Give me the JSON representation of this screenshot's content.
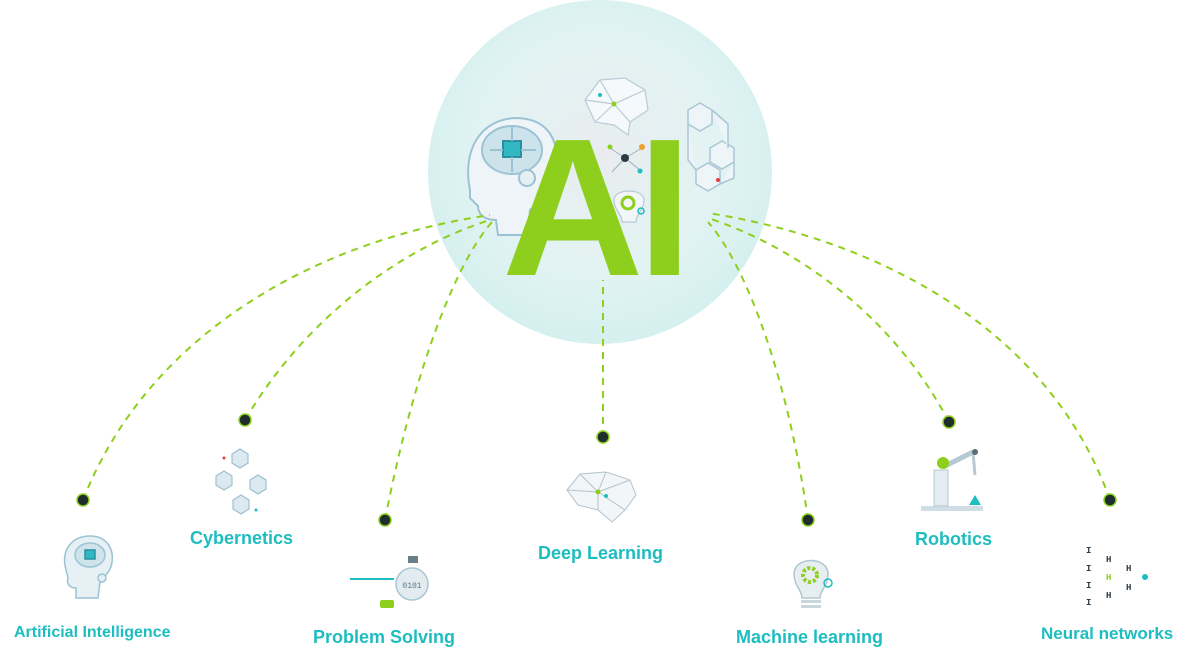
{
  "hub": {
    "title": "AI"
  },
  "nodes": [
    {
      "id": "artificial-intelligence",
      "label": "Artificial Intelligence",
      "icon": "brain-head-icon"
    },
    {
      "id": "cybernetics",
      "label": "Cybernetics",
      "icon": "cubes-icon"
    },
    {
      "id": "problem-solving",
      "label": "Problem Solving",
      "icon": "binary-coin-icon"
    },
    {
      "id": "deep-learning",
      "label": "Deep Learning",
      "icon": "polygon-brain-icon"
    },
    {
      "id": "machine-learning",
      "label": "Machine learning",
      "icon": "gear-lightbulb-icon"
    },
    {
      "id": "robotics",
      "label": "Robotics",
      "icon": "robot-arm-icon"
    },
    {
      "id": "neural-networks",
      "label": "Neural networks",
      "icon": "neural-graph-icon"
    }
  ],
  "colors": {
    "accent_green": "#8ecf1d",
    "label_teal": "#1dbdc0",
    "dot": "#1f2d2d",
    "icon_blue": "#a9c9d9",
    "halo": "#d7f1f1"
  }
}
